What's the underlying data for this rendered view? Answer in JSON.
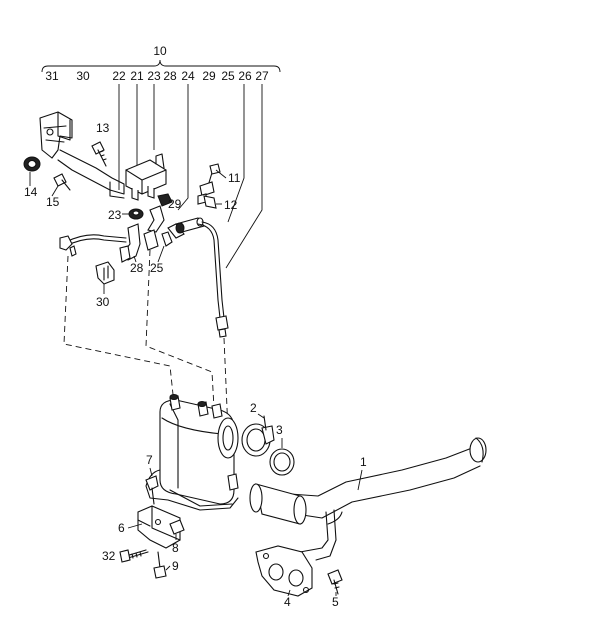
{
  "diagram": {
    "group_label": "10",
    "group_items": [
      "31",
      "30",
      "22",
      "21",
      "23",
      "28",
      "24",
      "29",
      "25",
      "26",
      "27"
    ],
    "callouts": {
      "c1": "1",
      "c2": "2",
      "c3": "3",
      "c4": "4",
      "c5": "5",
      "c6": "6",
      "c7": "7",
      "c8": "8",
      "c9": "9",
      "c11": "11",
      "c12": "12",
      "c13": "13",
      "c14": "14",
      "c15": "15",
      "c23": "23",
      "c25": "25",
      "c28": "28",
      "c29": "29",
      "c30": "30",
      "c32": "32"
    }
  }
}
